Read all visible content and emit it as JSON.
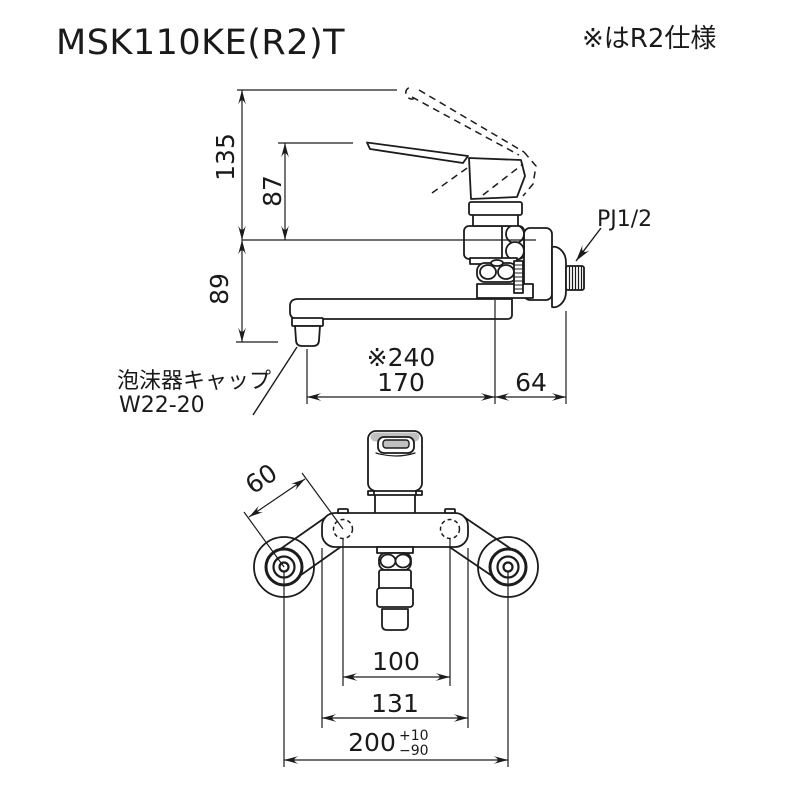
{
  "title": "MSK110KE(R2)T",
  "note": "※はR2仕様",
  "colors": {
    "line": "#1c1c1c",
    "text": "#1a1a1a",
    "handle_top_fill": "#c0c0c0",
    "background": "#ffffff"
  },
  "side_view": {
    "dim_height_total": "135",
    "dim_height_handle": "87",
    "dim_height_spout": "89",
    "dim_spout_reach_r2": "※240",
    "dim_spout_reach": "170",
    "dim_wall_offset": "64",
    "label_connection": "PJ1/2",
    "label_aerator_line1": "泡沫器キャップ",
    "label_aerator_line2": "W22-20"
  },
  "front_view": {
    "dim_leg_length": "60",
    "dim_hole_pitch": "100",
    "dim_body_width": "131",
    "dim_mount_pitch": "200",
    "dim_mount_tol_plus": "+10",
    "dim_mount_tol_minus": "−90"
  }
}
